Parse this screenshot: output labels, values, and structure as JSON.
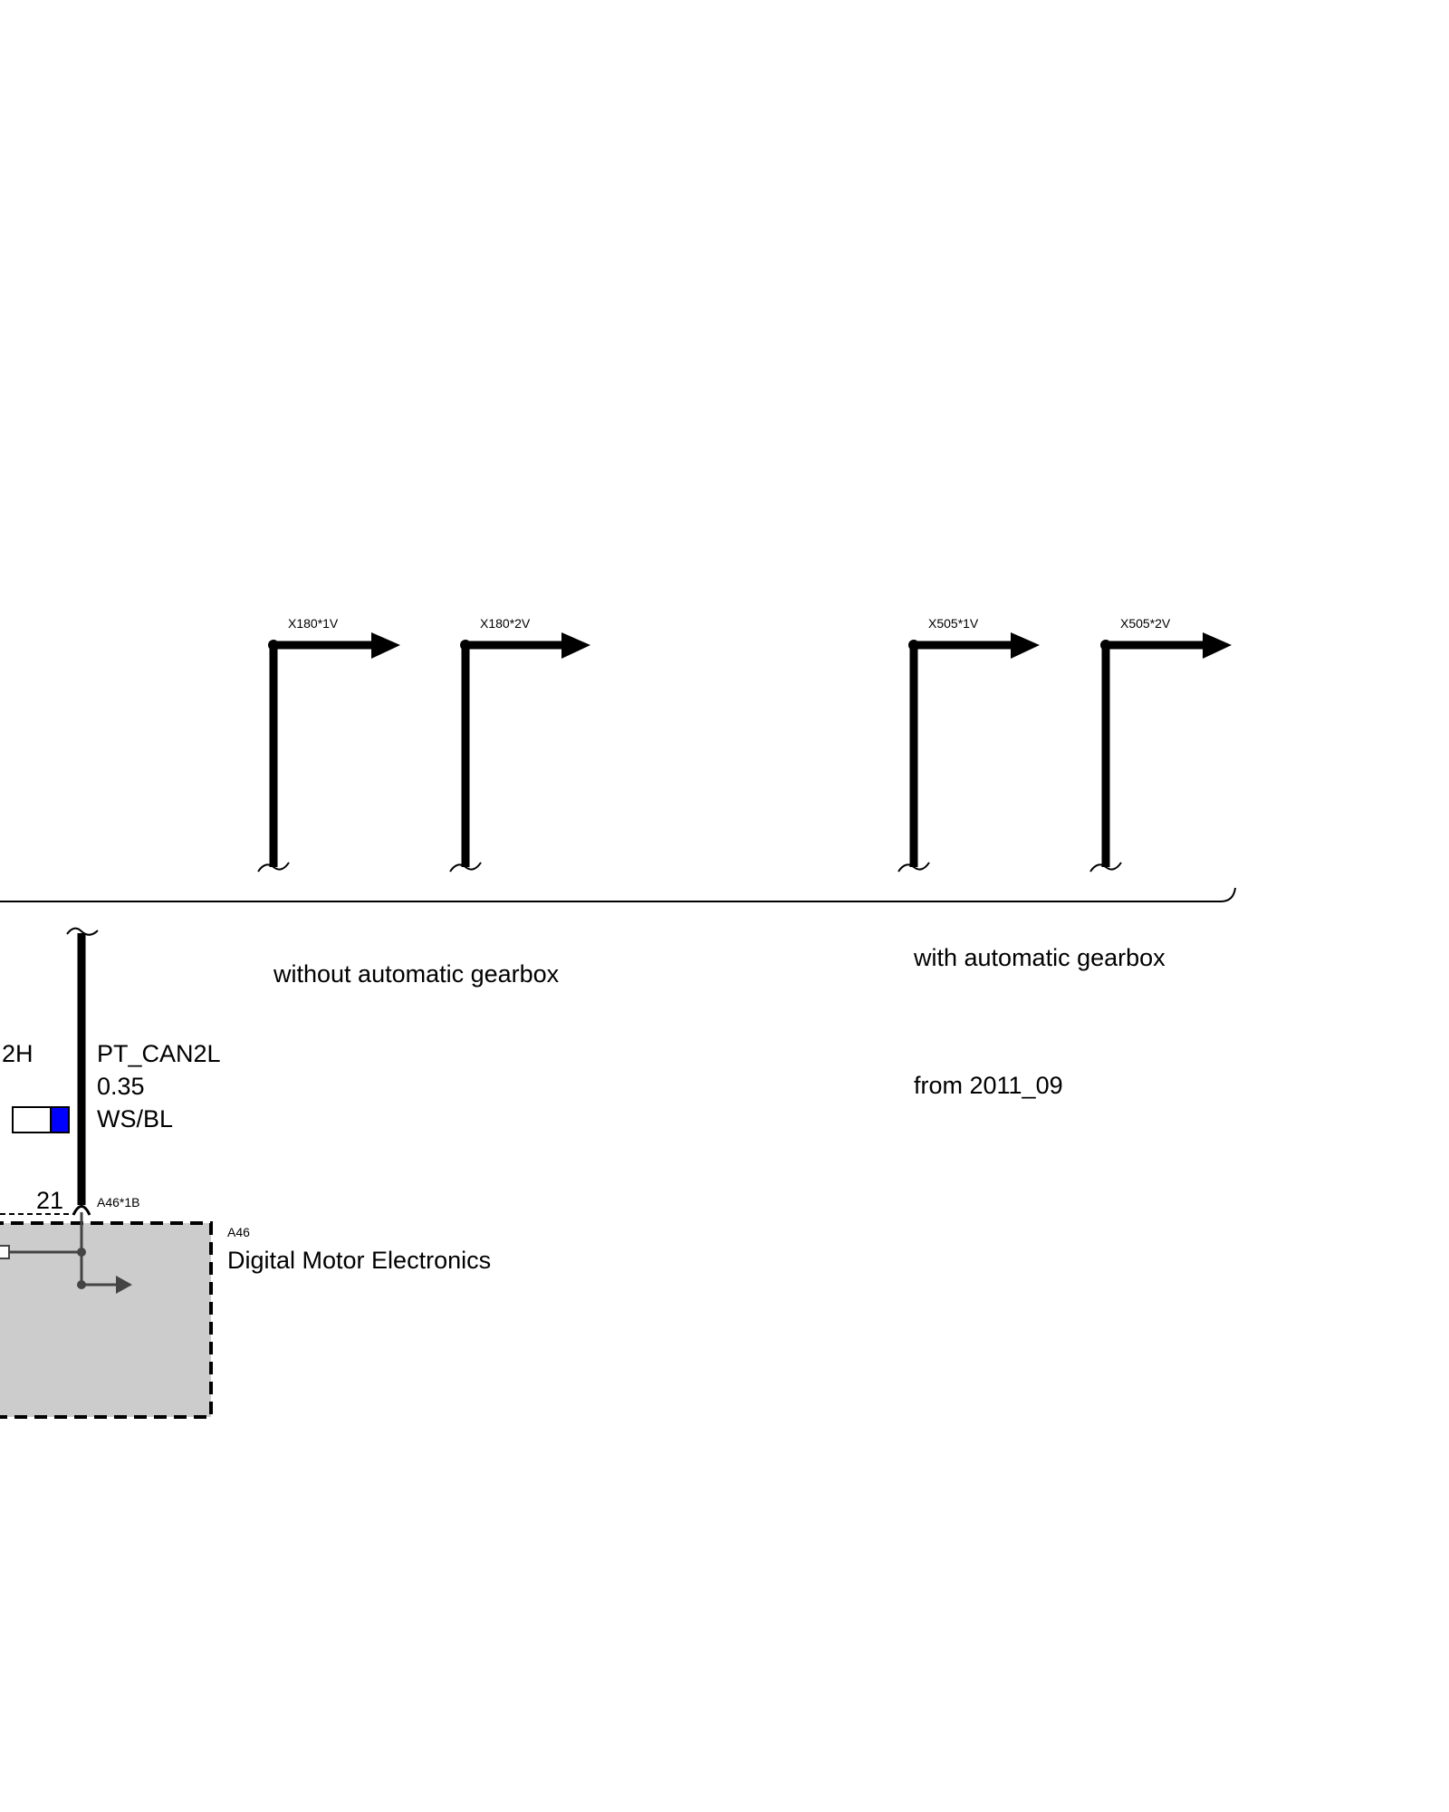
{
  "connectors": [
    {
      "label": "X180*1V"
    },
    {
      "label": "X180*2V"
    },
    {
      "label": "X505*1V"
    },
    {
      "label": "X505*2V"
    }
  ],
  "notes": {
    "without_automatic": "without automatic gearbox",
    "with_automatic": "with automatic gearbox",
    "from_date": "from 2011_09"
  },
  "wires": {
    "left_partial_label": "2H",
    "main": {
      "name": "PT_CAN2L",
      "gauge": "0.35",
      "color_code": "WS/BL",
      "colors": {
        "primary": "#ffffff",
        "stripe": "#0000ff"
      }
    }
  },
  "pins": {
    "number": "21",
    "connector_ref": "A46*1B"
  },
  "component": {
    "ref": "A46",
    "name": "Digital Motor Electronics",
    "fill": "#cccccc"
  }
}
